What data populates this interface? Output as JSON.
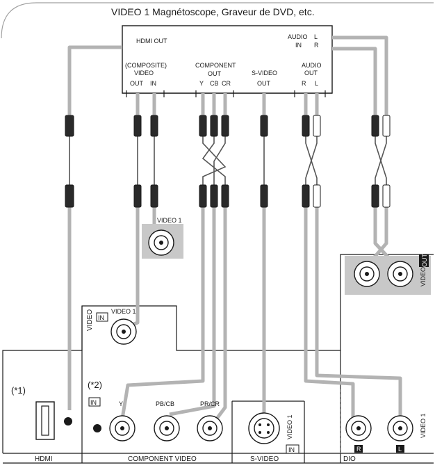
{
  "title": "VIDEO 1   Magnétoscope, Graveur de DVD, etc.",
  "device": {
    "hdmi_out": "HDMI OUT",
    "audio_in": "AUDIO",
    "audio_in_l": "L",
    "audio_in_2": "IN",
    "audio_in_r": "R",
    "composite_1": "(COMPOSITE)",
    "composite_2": "VIDEO",
    "composite_out": "OUT",
    "composite_in": "IN",
    "component_1": "COMPONENT",
    "component_2": "OUT",
    "comp_y": "Y",
    "comp_cb": "CB",
    "comp_cr": "CR",
    "svideo": "S-VIDEO",
    "svideo_out": "OUT",
    "audio_out_1": "AUDIO",
    "audio_out_2": "OUT",
    "audio_out_r": "R",
    "audio_out_l": "L"
  },
  "receiver": {
    "composite_out_label": "VIDEO 1",
    "video_section": "VIDEO",
    "in_badge": "IN",
    "video_in_label": "VIDEO 1",
    "note1": "(*1)",
    "note2": "(*2)",
    "comp_y": "Y",
    "comp_pb": "PB/CB",
    "comp_pr": "PR/CR",
    "svideo_label": "VIDEO 1",
    "audio_out_side": "VIDEO 1",
    "out_badge": "OUT",
    "audio_in_side": "VIDEO 1",
    "badge_r": "R",
    "badge_l": "L",
    "bottom_hdmi": "HDMI",
    "bottom_component": "COMPONENT  VIDEO",
    "bottom_svideo": "S-VIDEO",
    "bottom_audio": "DIO"
  },
  "colors": {
    "cable": "#b3b3b3",
    "panel": "#c8c8c8",
    "line": "#1a1a1a"
  }
}
